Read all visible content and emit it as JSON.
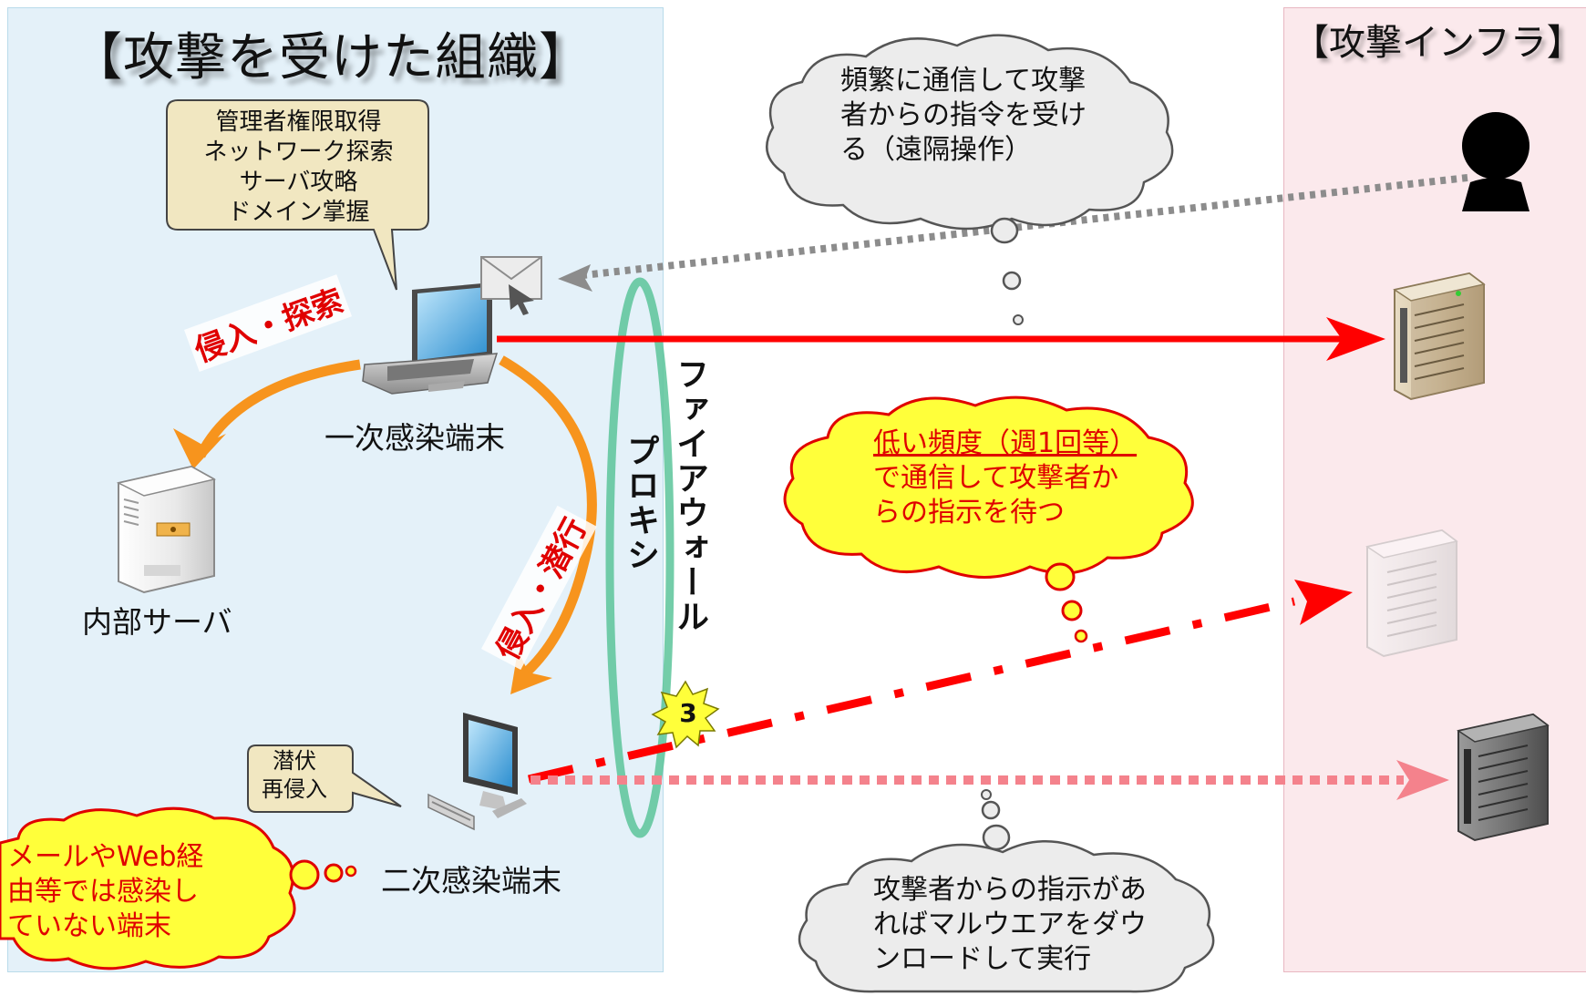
{
  "zones": {
    "org_title": "【攻撃を受けた組織】",
    "infra_title": "【攻撃インフラ】"
  },
  "callouts": {
    "manager": [
      "管理者権限取得",
      "ネットワーク探索",
      "サーバ攻略",
      "ドメイン掌握"
    ],
    "latent": [
      "潜伏",
      "再侵入"
    ]
  },
  "clouds": {
    "frequent": [
      "頻繁に通信して攻撃",
      "者からの指令を受け",
      "る（遠隔操作）"
    ],
    "low_freq_underlined": "低い頻度（週1回等）",
    "low_freq": [
      "で通信して攻撃者か",
      "らの指示を待つ"
    ],
    "download": [
      "攻撃者からの指示があ",
      "ればマルウエアをダウ",
      "ンロードして実行"
    ],
    "uninfected": [
      "メールやWeb経",
      "由等では感染し",
      "ていない端末"
    ]
  },
  "labels": {
    "primary_terminal": "一次感染端末",
    "internal_server": "内部サーバ",
    "secondary_terminal": "二次感染端末",
    "intrusion_search": "侵入・探索",
    "intrusion_lurk": "侵入・潜行",
    "proxy": "プロキシ",
    "firewall": "ファイアウォール",
    "badge_number": "3"
  },
  "colors": {
    "org_bg": "#e4f1f9",
    "infra_bg": "#fbe9ec",
    "red_arrow": "#ff0000",
    "orange_arrow": "#f7941d",
    "gray_dots": "#888888",
    "pink_dots": "#f4828c",
    "firewall_ring": "#5cc49a",
    "yellow_cloud": "#ffff3a"
  }
}
